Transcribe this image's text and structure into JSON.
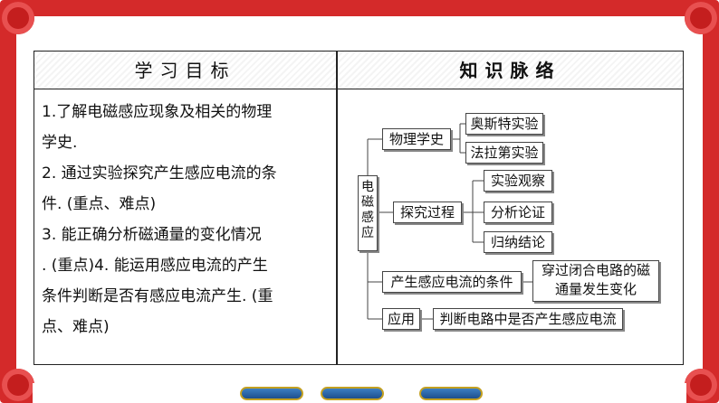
{
  "header": {
    "left_title": "学习目标",
    "right_title": "知识脉络"
  },
  "goals": [
    "1.了解电磁感应现象及相关的物理",
    "学史.",
    "2. 通过实验探究产生感应电流的条",
    "件. (重点、难点)",
    "3. 能正确分析磁通量的变化情况",
    ". (重点)4. 能运用感应电流的产生",
    "条件判断是否有感应电流产生. (重",
    "点、难点)"
  ],
  "diagram": {
    "root": "电磁感应",
    "history": "物理学史",
    "oersted": "奥斯特实验",
    "faraday": "法拉第实验",
    "process": "探究过程",
    "observe": "实验观察",
    "analyze": "分析论证",
    "conclude": "归纳结论",
    "condition": "产生感应电流的条件",
    "condition_detail_1": "穿过闭合电路的磁",
    "condition_detail_2": "通量发生变化",
    "application": "应用",
    "application_detail": "判断电路中是否产生感应电流"
  },
  "colors": {
    "frame": "#d42a2a",
    "nav_button": "#2a62a8",
    "nav_border": "#c4a020"
  },
  "icons": [
    "nav-button-left",
    "nav-button-middle",
    "nav-button-right"
  ]
}
